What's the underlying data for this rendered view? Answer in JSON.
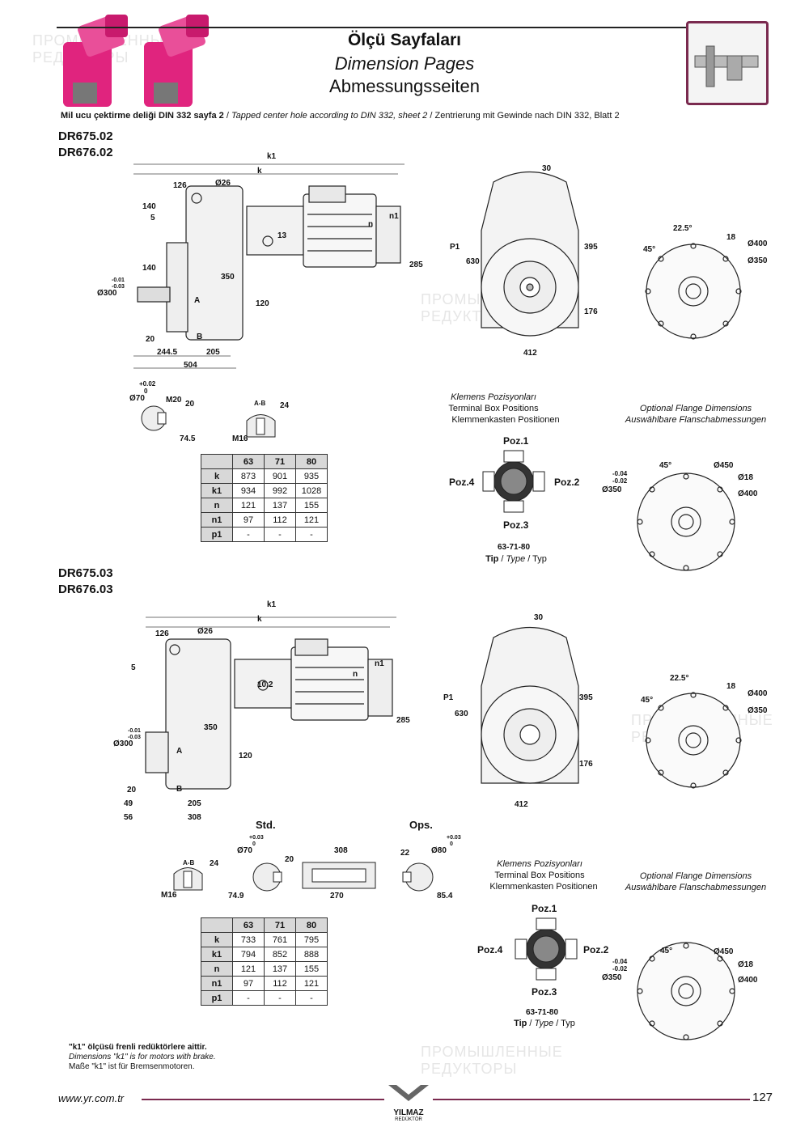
{
  "header": {
    "title_tr": "Ölçü Sayfaları",
    "title_en": "Dimension Pages",
    "title_de": "Abmessungsseiten",
    "subtitle_tr": "Mil ucu çektirme deliği DIN 332 sayfa 2",
    "subtitle_en": "Tapped center hole according to DIN 332, sheet 2",
    "subtitle_de": "Zentrierung mit Gewinde nach DIN 332, Blatt 2",
    "sep": "/"
  },
  "section1": {
    "model_a": "DR675.02",
    "model_b": "DR676.02",
    "dims": {
      "k1": "k1",
      "k": "k",
      "d126": "126",
      "d26": "Ø26",
      "d140a": "140",
      "d5": "5",
      "d140b": "140",
      "tol_plus": "-0.01",
      "tol_minus": "-0.03",
      "d300": "Ø300",
      "d350": "350",
      "d13": "13",
      "n1": "n1",
      "n": "n",
      "d285": "285",
      "d120": "120",
      "dA": "A",
      "dB": "B",
      "d20": "20",
      "d2445": "244.5",
      "d205": "205",
      "d504": "504",
      "d30": "30",
      "P1": "P1",
      "d630": "630",
      "d395": "395",
      "d176": "176",
      "d412": "412",
      "d225": "22.5°",
      "d45": "45°",
      "d18": "18",
      "d400": "Ø400",
      "d350b": "Ø350",
      "shaft_tol_plus": "+0.02",
      "shaft_tol_minus": "0",
      "d70": "Ø70",
      "m20": "M20",
      "d20b": "20",
      "d745": "74.5",
      "ab": "A-B",
      "d24": "24",
      "m16": "M16"
    },
    "table": {
      "cols": [
        "63",
        "71",
        "80"
      ],
      "rows": [
        {
          "label": "k",
          "v": [
            "873",
            "901",
            "935"
          ]
        },
        {
          "label": "k1",
          "v": [
            "934",
            "992",
            "1028"
          ]
        },
        {
          "label": "n",
          "v": [
            "121",
            "137",
            "155"
          ]
        },
        {
          "label": "n1",
          "v": [
            "97",
            "112",
            "121"
          ]
        },
        {
          "label": "p1",
          "v": [
            "-",
            "-",
            "-"
          ]
        }
      ]
    },
    "tb_caption_tr": "Klemens Pozisyonları",
    "tb_caption_en": "Terminal Box Positions",
    "tb_caption_de": "Klemmenkasten Positionen",
    "flange_caption_en": "Optional Flange Dimensions",
    "flange_caption_de": "Auswählbare Flanschabmessungen",
    "poz1": "Poz.1",
    "poz2": "Poz.2",
    "poz3": "Poz.3",
    "poz4": "Poz.4",
    "type_sizes": "63-71-80",
    "type_tr": "Tip",
    "type_en": "Type",
    "type_de": "Typ",
    "flange2": {
      "d45": "45°",
      "d450": "Ø450",
      "d18": "Ø18",
      "d400": "Ø400",
      "d350": "Ø350",
      "tol_plus": "-0.04",
      "tol_minus": "-0.02"
    }
  },
  "section2": {
    "model_a": "DR675.03",
    "model_b": "DR676.03",
    "dims": {
      "k1": "k1",
      "k": "k",
      "d126": "126",
      "d26": "Ø26",
      "d5": "5",
      "tol_plus": "-0.01",
      "tol_minus": "-0.03",
      "d300": "Ø300",
      "d350": "350",
      "d102": "10.2",
      "n1": "n1",
      "n": "n",
      "d285": "285",
      "d120": "120",
      "dA": "A",
      "dB": "B",
      "d20": "20",
      "d49": "49",
      "d205": "205",
      "d56": "56",
      "d308": "308",
      "d30": "30",
      "P1": "P1",
      "d630": "630",
      "d395": "395",
      "d176": "176",
      "d412": "412",
      "d225": "22.5°",
      "d45": "45°",
      "d18": "18",
      "d400": "Ø400",
      "d350b": "Ø350",
      "std": "Std.",
      "ops": "Ops.",
      "ab": "A-B",
      "d24": "24",
      "m16": "M16",
      "std_tol_plus": "+0.03",
      "std_tol_minus": "0",
      "d70": "Ø70",
      "d20b": "20",
      "d749": "74.9",
      "d308b": "308",
      "d270": "270",
      "ops_tol_plus": "+0.03",
      "ops_tol_minus": "0",
      "d22": "22",
      "d80": "Ø80",
      "d854": "85.4"
    },
    "table": {
      "cols": [
        "63",
        "71",
        "80"
      ],
      "rows": [
        {
          "label": "k",
          "v": [
            "733",
            "761",
            "795"
          ]
        },
        {
          "label": "k1",
          "v": [
            "794",
            "852",
            "888"
          ]
        },
        {
          "label": "n",
          "v": [
            "121",
            "137",
            "155"
          ]
        },
        {
          "label": "n1",
          "v": [
            "97",
            "112",
            "121"
          ]
        },
        {
          "label": "p1",
          "v": [
            "-",
            "-",
            "-"
          ]
        }
      ]
    },
    "tb_caption_tr": "Klemens Pozisyonları",
    "tb_caption_en": "Terminal Box Positions",
    "tb_caption_de": "Klemmenkasten Positionen",
    "flange_caption_en": "Optional Flange Dimensions",
    "flange_caption_de": "Auswählbare Flanschabmessungen",
    "poz1": "Poz.1",
    "poz2": "Poz.2",
    "poz3": "Poz.3",
    "poz4": "Poz.4",
    "type_sizes": "63-71-80",
    "type_tr": "Tip",
    "type_en": "Type",
    "type_de": "Typ",
    "flange2": {
      "d45": "45°",
      "d450": "Ø450",
      "d18": "Ø18",
      "d400": "Ø400",
      "d350": "Ø350",
      "tol_plus": "-0.04",
      "tol_minus": "-0.02"
    }
  },
  "notes": {
    "tr": "\"k1\" ölçüsü frenli redüktörlere aittir.",
    "en": "Dimensions \"k1\" is for motors with brake.",
    "de": "Maße \"k1\" ist für Bremsenmotoren."
  },
  "footer": {
    "url": "www.yr.com.tr",
    "page": "127",
    "brand": "YILMAZ",
    "brand_sub": "REDÜKTÖR"
  },
  "watermark": {
    "line1": "ПРОМЫШЛЕННЫЕ",
    "line2": "РЕДУКТОРЫ"
  },
  "colors": {
    "accent": "#7a2a4f",
    "motor_pink": "#e0247e"
  }
}
